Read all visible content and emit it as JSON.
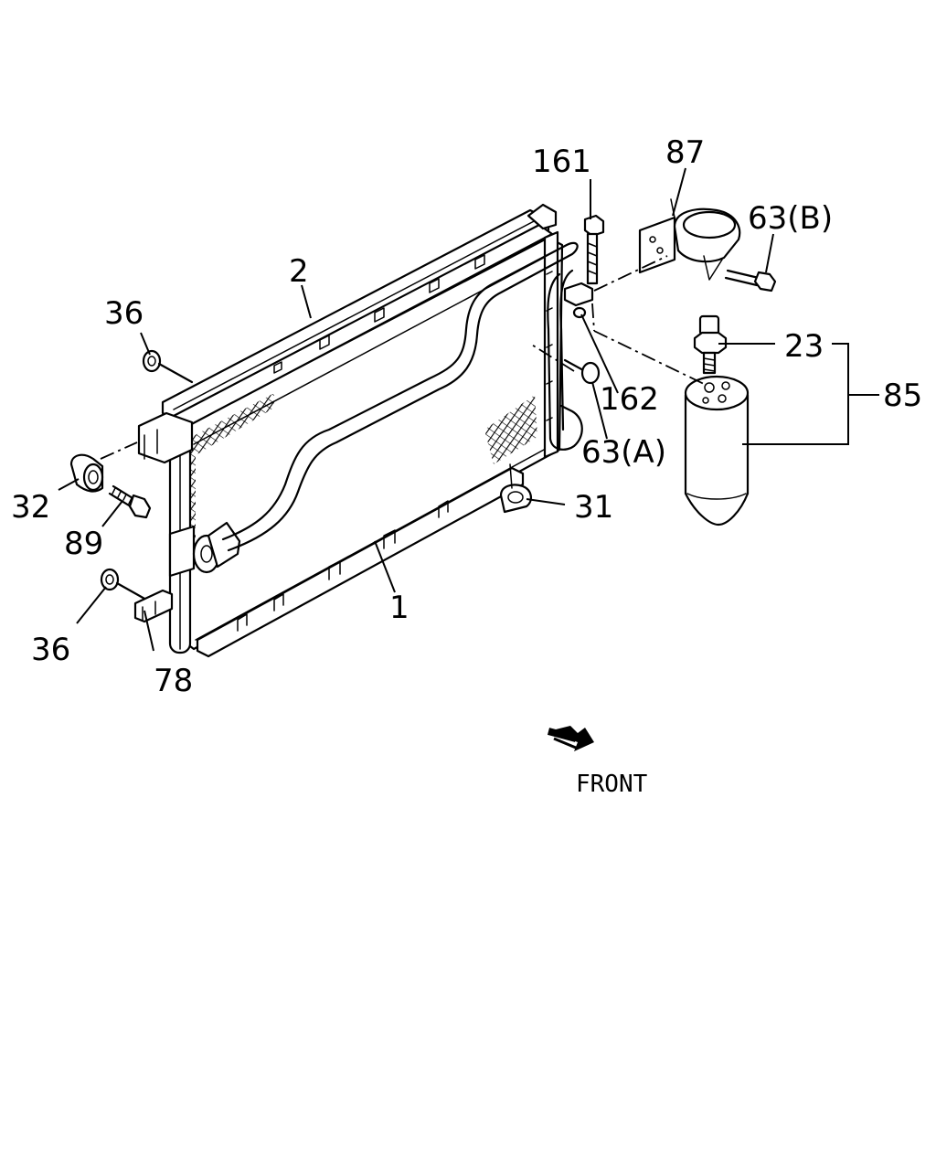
{
  "diagram": {
    "callouts": {
      "c161": "161",
      "c87": "87",
      "c63b": "63(B)",
      "c2": "2",
      "c36_top": "36",
      "c23": "23",
      "c85": "85",
      "c162": "162",
      "c63a": "63(A)",
      "c32": "32",
      "c31": "31",
      "c89": "89",
      "c1": "1",
      "c36_bottom": "36",
      "c78": "78"
    },
    "front_label": "FRONT"
  }
}
